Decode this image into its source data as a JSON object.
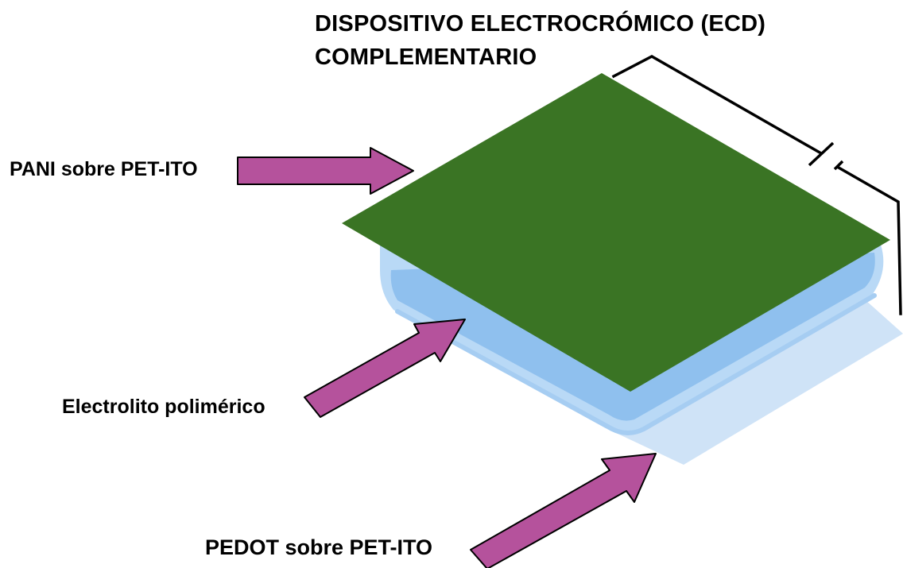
{
  "title": {
    "line1": "DISPOSITIVO ELECTROCRÓMICO (ECD)",
    "line2": "COMPLEMENTARIO"
  },
  "labels": {
    "pani": "PANI sobre  PET-ITO",
    "electrolyte": "Electrolito polimérico",
    "pedot": "PEDOT sobre PET-ITO"
  },
  "colors": {
    "top_layer": "#3a7424",
    "electrolyte_layer": "#8fc0ee",
    "electrolyte_edge": "#b9d9f6",
    "bottom_layer": "#cfe3f7",
    "arrow_fill": "#b5529c",
    "arrow_stroke": "#000000",
    "circuit_wire": "#000000"
  },
  "icons": {
    "battery": "battery-symbol"
  }
}
